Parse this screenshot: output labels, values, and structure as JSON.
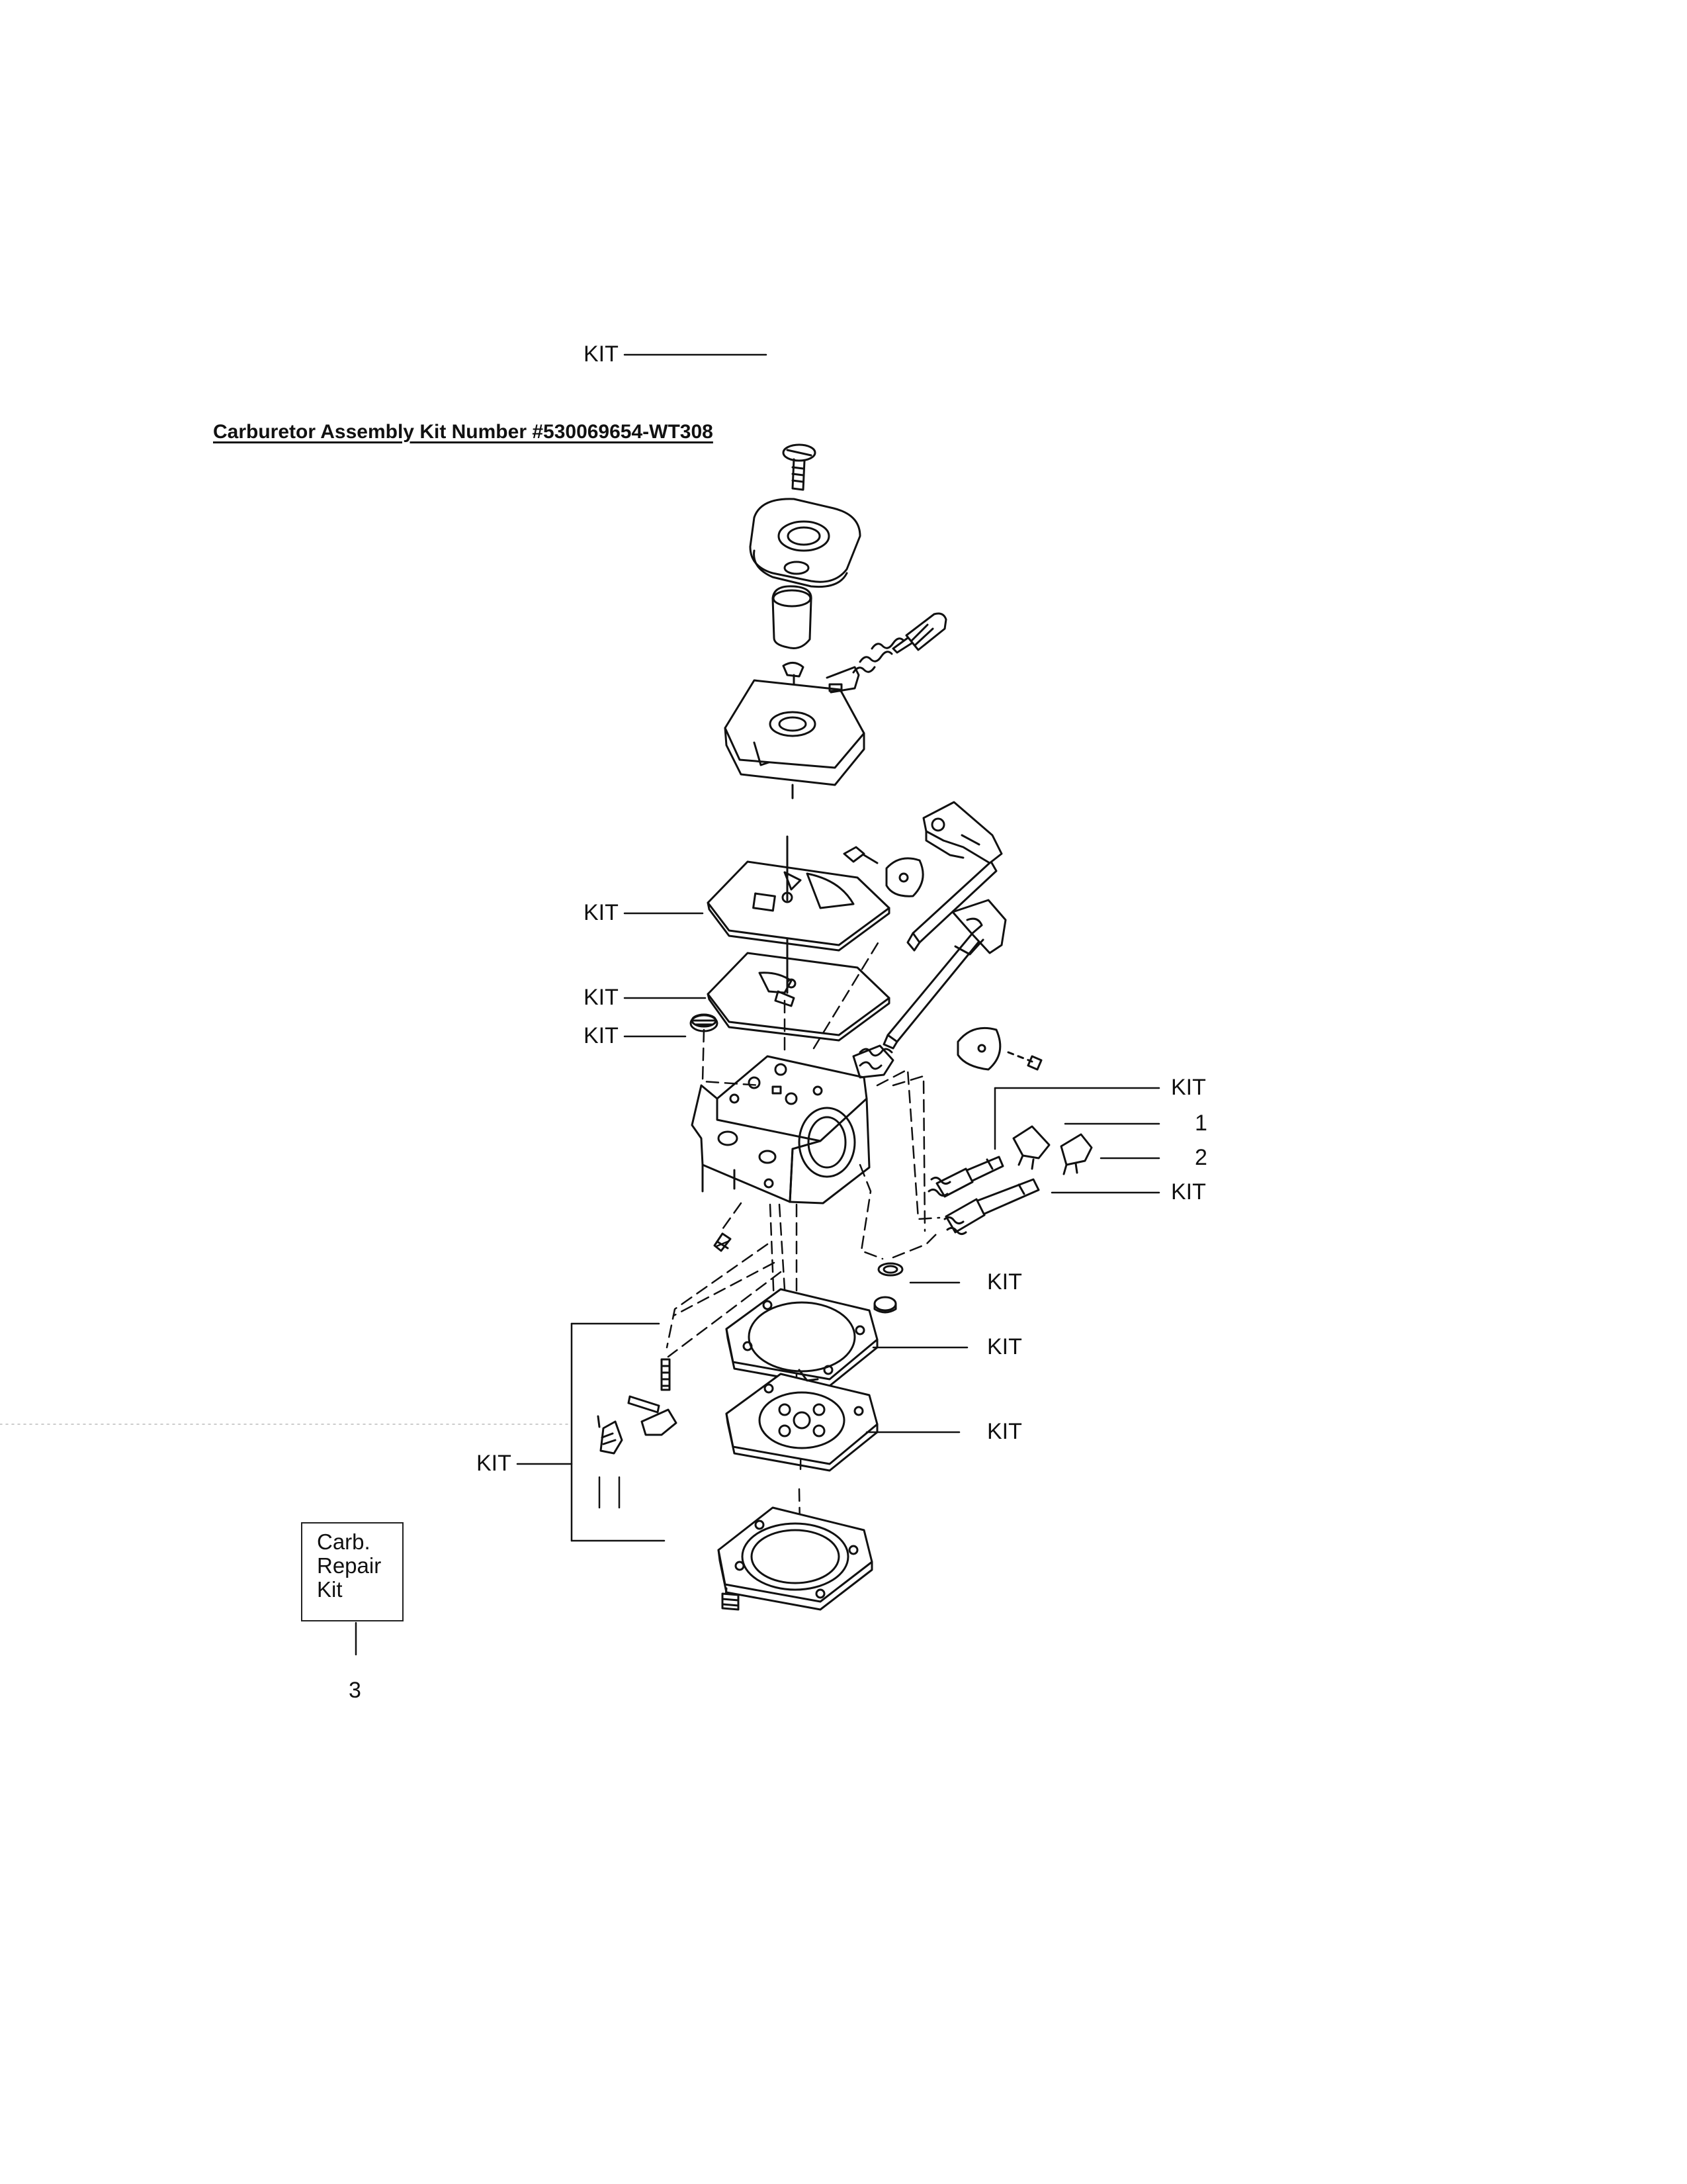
{
  "title": "Carburetor Assembly Kit Number #530069654-WT308",
  "callouts": {
    "kit_filter": "KIT",
    "kit_gasket_upper": "KIT",
    "kit_gasket_lower": "KIT",
    "kit_screen": "KIT",
    "kit_right_top": "KIT",
    "ref_1": "1",
    "ref_2": "2",
    "kit_right_bottom": "KIT",
    "kit_needle": "KIT",
    "kit_pump_gasket": "KIT",
    "kit_diaphragm": "KIT",
    "kit_left_group": "KIT"
  },
  "repair_kit_box": {
    "line1": "Carb.",
    "line2": "Repair",
    "line3": "Kit",
    "ref": "3"
  }
}
